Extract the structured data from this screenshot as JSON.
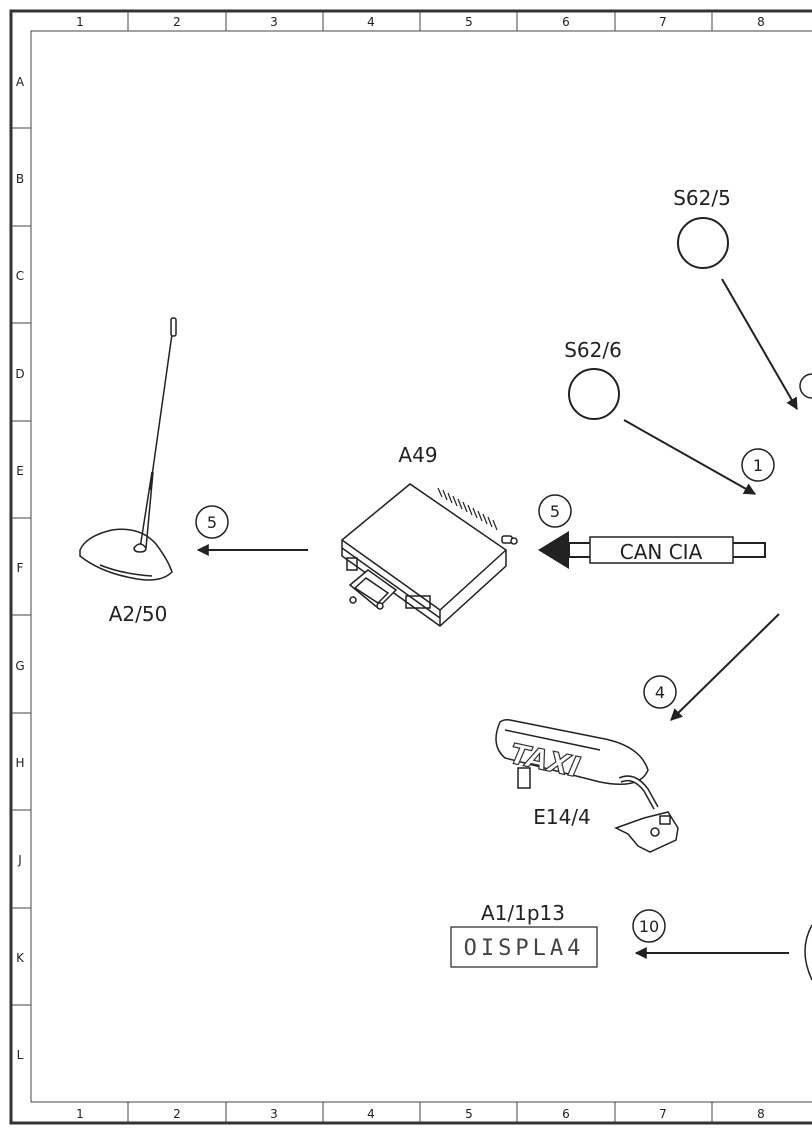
{
  "grid": {
    "columns": [
      "1",
      "2",
      "3",
      "4",
      "5",
      "6",
      "7",
      "8"
    ],
    "rows": [
      "A",
      "B",
      "C",
      "D",
      "E",
      "F",
      "G",
      "H",
      "J",
      "K",
      "L"
    ]
  },
  "components": {
    "s62_5": "S62/5",
    "s62_6": "S62/6",
    "a49": "A49",
    "a2_50": "A2/50",
    "e14_4": "E14/4",
    "a1_1p13": "A1/1p13"
  },
  "bus_label": "CAN CIA",
  "display_text": "OISPLA4",
  "taxi_sign_text": "TAXI",
  "callouts": {
    "c1": "1",
    "c4": "4",
    "c5_left": "5",
    "c5_right": "5",
    "c10": "10"
  }
}
